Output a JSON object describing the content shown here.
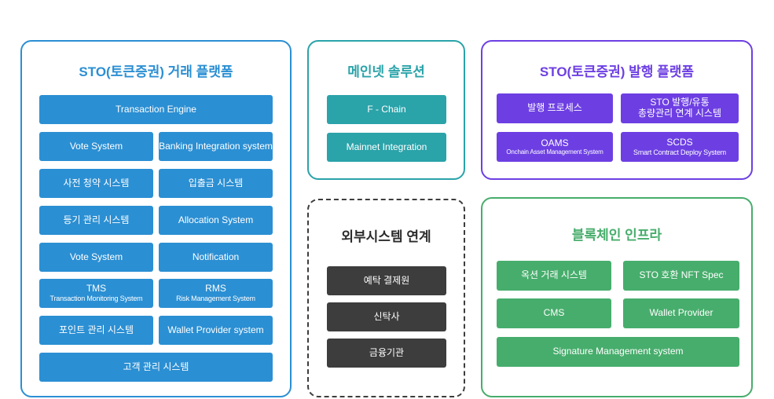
{
  "trading_platform": {
    "title": "STO(토큰증권) 거래 플랫폼",
    "engine": "Transaction Engine",
    "grid": [
      [
        "Vote System",
        "Banking Integration system"
      ],
      [
        "사전 청약 시스템",
        "입출금 시스템"
      ],
      [
        "등기 관리 시스템",
        "Allocation System"
      ],
      [
        "Vote System",
        "Notification"
      ]
    ],
    "tms": {
      "title": "TMS",
      "sub": "Transaction Monitoring System"
    },
    "rms": {
      "title": "RMS",
      "sub": "Risk Management System"
    },
    "point": "포인트 관리 시스템",
    "wallet": "Wallet Provider system",
    "customer": "고객 관리 시스템"
  },
  "mainnet": {
    "title": "메인넷 솔루션",
    "fchain": "F - Chain",
    "integration": "Mainnet Integration"
  },
  "external": {
    "title": "외부시스템 연계",
    "items": [
      "예탁 결제원",
      "신탁사",
      "금융기관"
    ]
  },
  "issuance_platform": {
    "title": "STO(토큰증권) 발행 플랫폼",
    "process": "발행 프로세스",
    "sto_line1": "STO 발행/유통",
    "sto_line2": "총량관리 연계 시스템",
    "oams": {
      "title": "OAMS",
      "sub": "Onchain Asset Management System"
    },
    "scds": {
      "title": "SCDS",
      "sub": "Smart Contract Deploy System"
    }
  },
  "infra": {
    "title": "블록체인 인프라",
    "auction": "옥션 거래 시스템",
    "nft": "STO 호환 NFT Spec",
    "cms": "CMS",
    "wallet": "Wallet Provider",
    "signature": "Signature Management system"
  },
  "colors": {
    "blue": "#2b8fd3",
    "teal": "#2aa3a9",
    "purple": "#6d3fe3",
    "dark": "#3d3d3d",
    "green": "#47ad6c"
  }
}
